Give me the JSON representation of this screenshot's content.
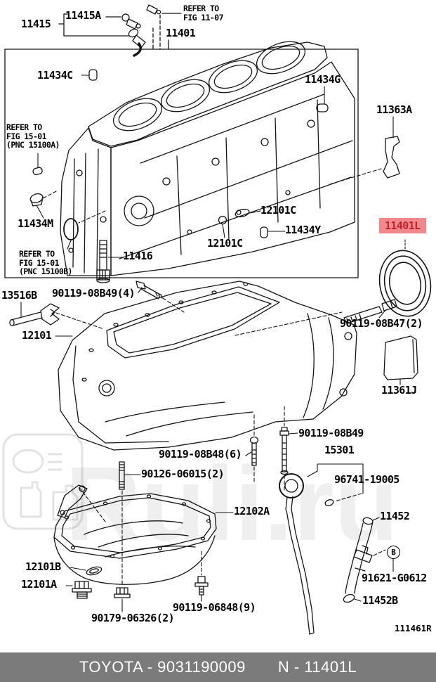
{
  "diagram": {
    "footer": {
      "left": "TOYOTA - 9031190009",
      "right": "N - 11401L",
      "bg_color": "#7B7B7B",
      "text_color": "#FFFFFF"
    },
    "sheet_code": "111461R",
    "watermark": {
      "text": "Ruli.ru"
    },
    "highlight": {
      "bg": "#F0898D",
      "fg": "#C2232E",
      "part": "11401L"
    },
    "callout_b": "B",
    "notes": [
      {
        "lines": [
          "REFER TO",
          "FIG 11-07"
        ]
      },
      {
        "lines": [
          "REFER TO",
          "FIG 15-01",
          "(PNC 15100A)"
        ]
      },
      {
        "lines": [
          "REFER TO",
          "FIG 15-01",
          "(PNC 15100B)"
        ]
      }
    ],
    "labels": [
      {
        "id": "l0",
        "text": "11415"
      },
      {
        "id": "l1",
        "text": "11415A"
      },
      {
        "id": "l2",
        "text": "11401"
      },
      {
        "id": "l3",
        "text": "11434C"
      },
      {
        "id": "l4",
        "text": "11434G"
      },
      {
        "id": "l5",
        "text": "11363A"
      },
      {
        "id": "l6",
        "text": "11434M"
      },
      {
        "id": "l7",
        "text": "11416"
      },
      {
        "id": "l8",
        "text": "12101C"
      },
      {
        "id": "l9",
        "text": "11434Y"
      },
      {
        "id": "l10",
        "text": "12101C"
      },
      {
        "id": "l11",
        "text": "11401L"
      },
      {
        "id": "l12",
        "text": "13516B"
      },
      {
        "id": "l13",
        "text": "90119-08B49(4)"
      },
      {
        "id": "l14",
        "text": "12101"
      },
      {
        "id": "l15",
        "text": "90119-08B47(2)"
      },
      {
        "id": "l16",
        "text": "11361J"
      },
      {
        "id": "l17",
        "text": "90119-08B48(6)"
      },
      {
        "id": "l18",
        "text": "90126-06015(2)"
      },
      {
        "id": "l19",
        "text": "90119-08B49"
      },
      {
        "id": "l20",
        "text": "15301"
      },
      {
        "id": "l21",
        "text": "96741-19005"
      },
      {
        "id": "l22",
        "text": "12102A"
      },
      {
        "id": "l23",
        "text": "11452"
      },
      {
        "id": "l24",
        "text": "12101B"
      },
      {
        "id": "l25",
        "text": "12101A"
      },
      {
        "id": "l26",
        "text": "90179-06326(2)"
      },
      {
        "id": "l27",
        "text": "90119-06848(9)"
      },
      {
        "id": "l28",
        "text": "91621-G0612"
      },
      {
        "id": "l29",
        "text": "11452B"
      }
    ]
  }
}
